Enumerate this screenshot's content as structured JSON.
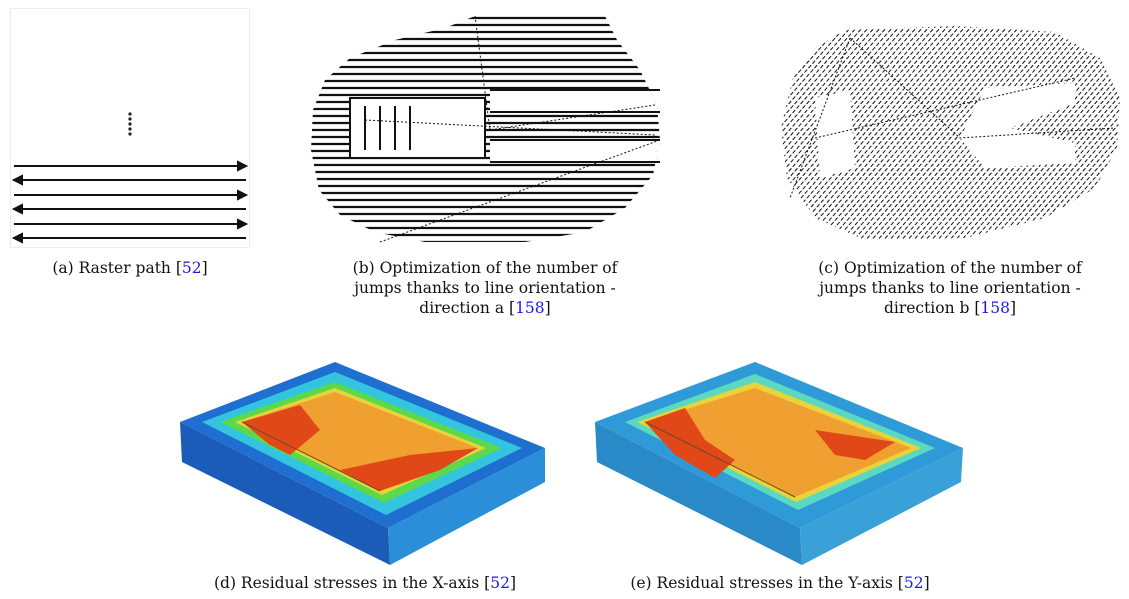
{
  "figures": [
    {
      "id": "a",
      "caption_pre": "(a) Raster path [",
      "ref": "52",
      "caption_post": "]"
    },
    {
      "id": "b",
      "caption_l1": "(b) Optimization of the number of",
      "caption_l2": "jumps thanks to line orientation -",
      "caption_l3_pre": "direction a [",
      "ref": "158",
      "caption_l3_post": "]"
    },
    {
      "id": "c",
      "caption_l1": "(c) Optimization of the number of",
      "caption_l2": "jumps thanks to line orientation -",
      "caption_l3_pre": "direction b [",
      "ref": "158",
      "caption_l3_post": "]"
    },
    {
      "id": "d",
      "caption_pre": "(d) Residual stresses in the X-axis [",
      "ref": "52",
      "caption_post": "]"
    },
    {
      "id": "e",
      "caption_pre": "(e) Residual stresses in the Y-axis [",
      "ref": "52",
      "caption_post": "]"
    }
  ],
  "colors": {
    "link": "#1a1ae6",
    "stress_blue": "#1f6fd0",
    "stress_cyan": "#33c4e0",
    "stress_green": "#5bd94a",
    "stress_yellow": "#e8d43a",
    "stress_orange": "#f0a030",
    "stress_red": "#e04818"
  }
}
